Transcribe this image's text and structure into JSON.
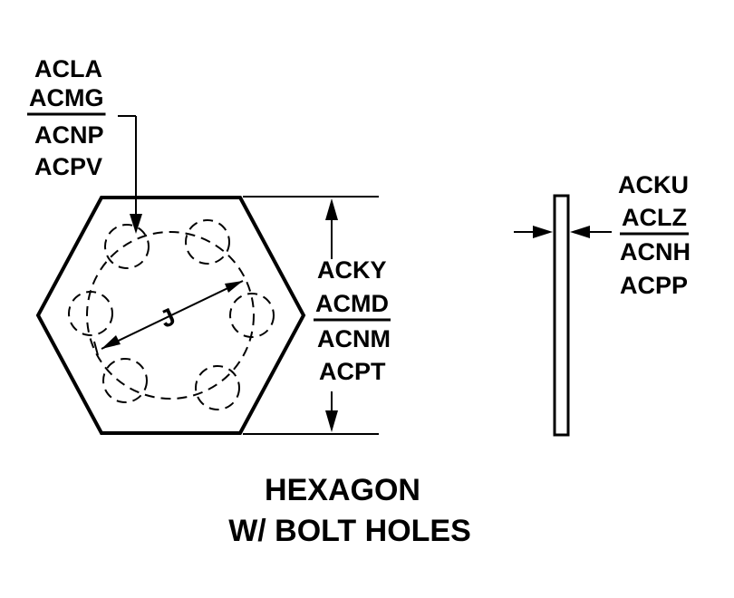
{
  "labels": {
    "top_left": [
      "ACLA",
      "ACMG",
      "ACNP",
      "ACPV"
    ],
    "thickness": [
      "ACKU",
      "ACLZ",
      "ACNH",
      "ACPP"
    ],
    "across_flats": [
      "ACKY",
      "ACMD",
      "ACNM",
      "ACPT"
    ],
    "bolt_circle": "J"
  },
  "title": {
    "line1": "HEXAGON",
    "line2": "W/ BOLT HOLES"
  }
}
